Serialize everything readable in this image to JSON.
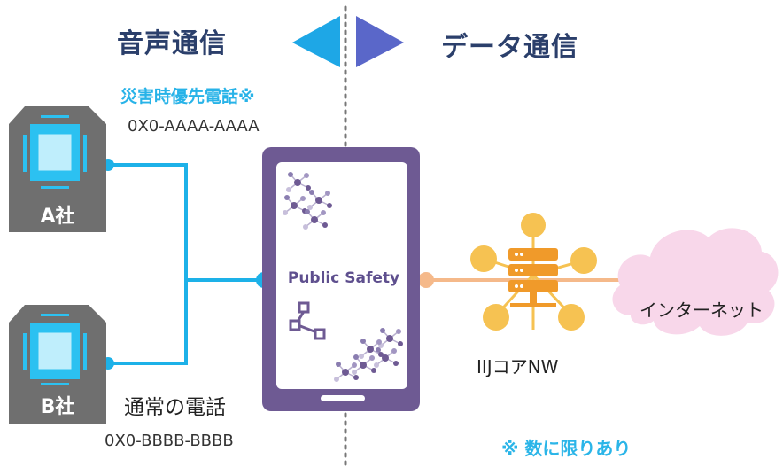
{
  "header": {
    "voice": "音声通信",
    "data": "データ通信"
  },
  "voice": {
    "priority_label": "災害時優先電話※",
    "priority_number": "0X0-AAAA-AAAA",
    "normal_label": "通常の電話",
    "normal_number": "0X0-BBBB-BBBB"
  },
  "chips": {
    "a": "A社",
    "b": "B社"
  },
  "phone": {
    "app_label": "Public Safety"
  },
  "core": {
    "label": "IIJコアNW"
  },
  "internet": {
    "label": "インターネット"
  },
  "footnote": "※ 数に限りあり",
  "colors": {
    "voice_line": "#1db1e8",
    "data_line": "#f5b98a",
    "phone_frame": "#6e5a93",
    "chip": "#6f6f6f",
    "chip_inner": "#2cc1f1",
    "core_node": "#f6c252",
    "core_server": "#f09a2a",
    "cloud": "#f8d7ea",
    "arrow_left": "#1ea7e6",
    "arrow_right": "#5a67c9"
  },
  "icons": {
    "chip_a": "sim-chip-icon",
    "chip_b": "sim-chip-icon",
    "share": "share-icon",
    "server": "server-icon",
    "cloud": "cloud-icon"
  }
}
